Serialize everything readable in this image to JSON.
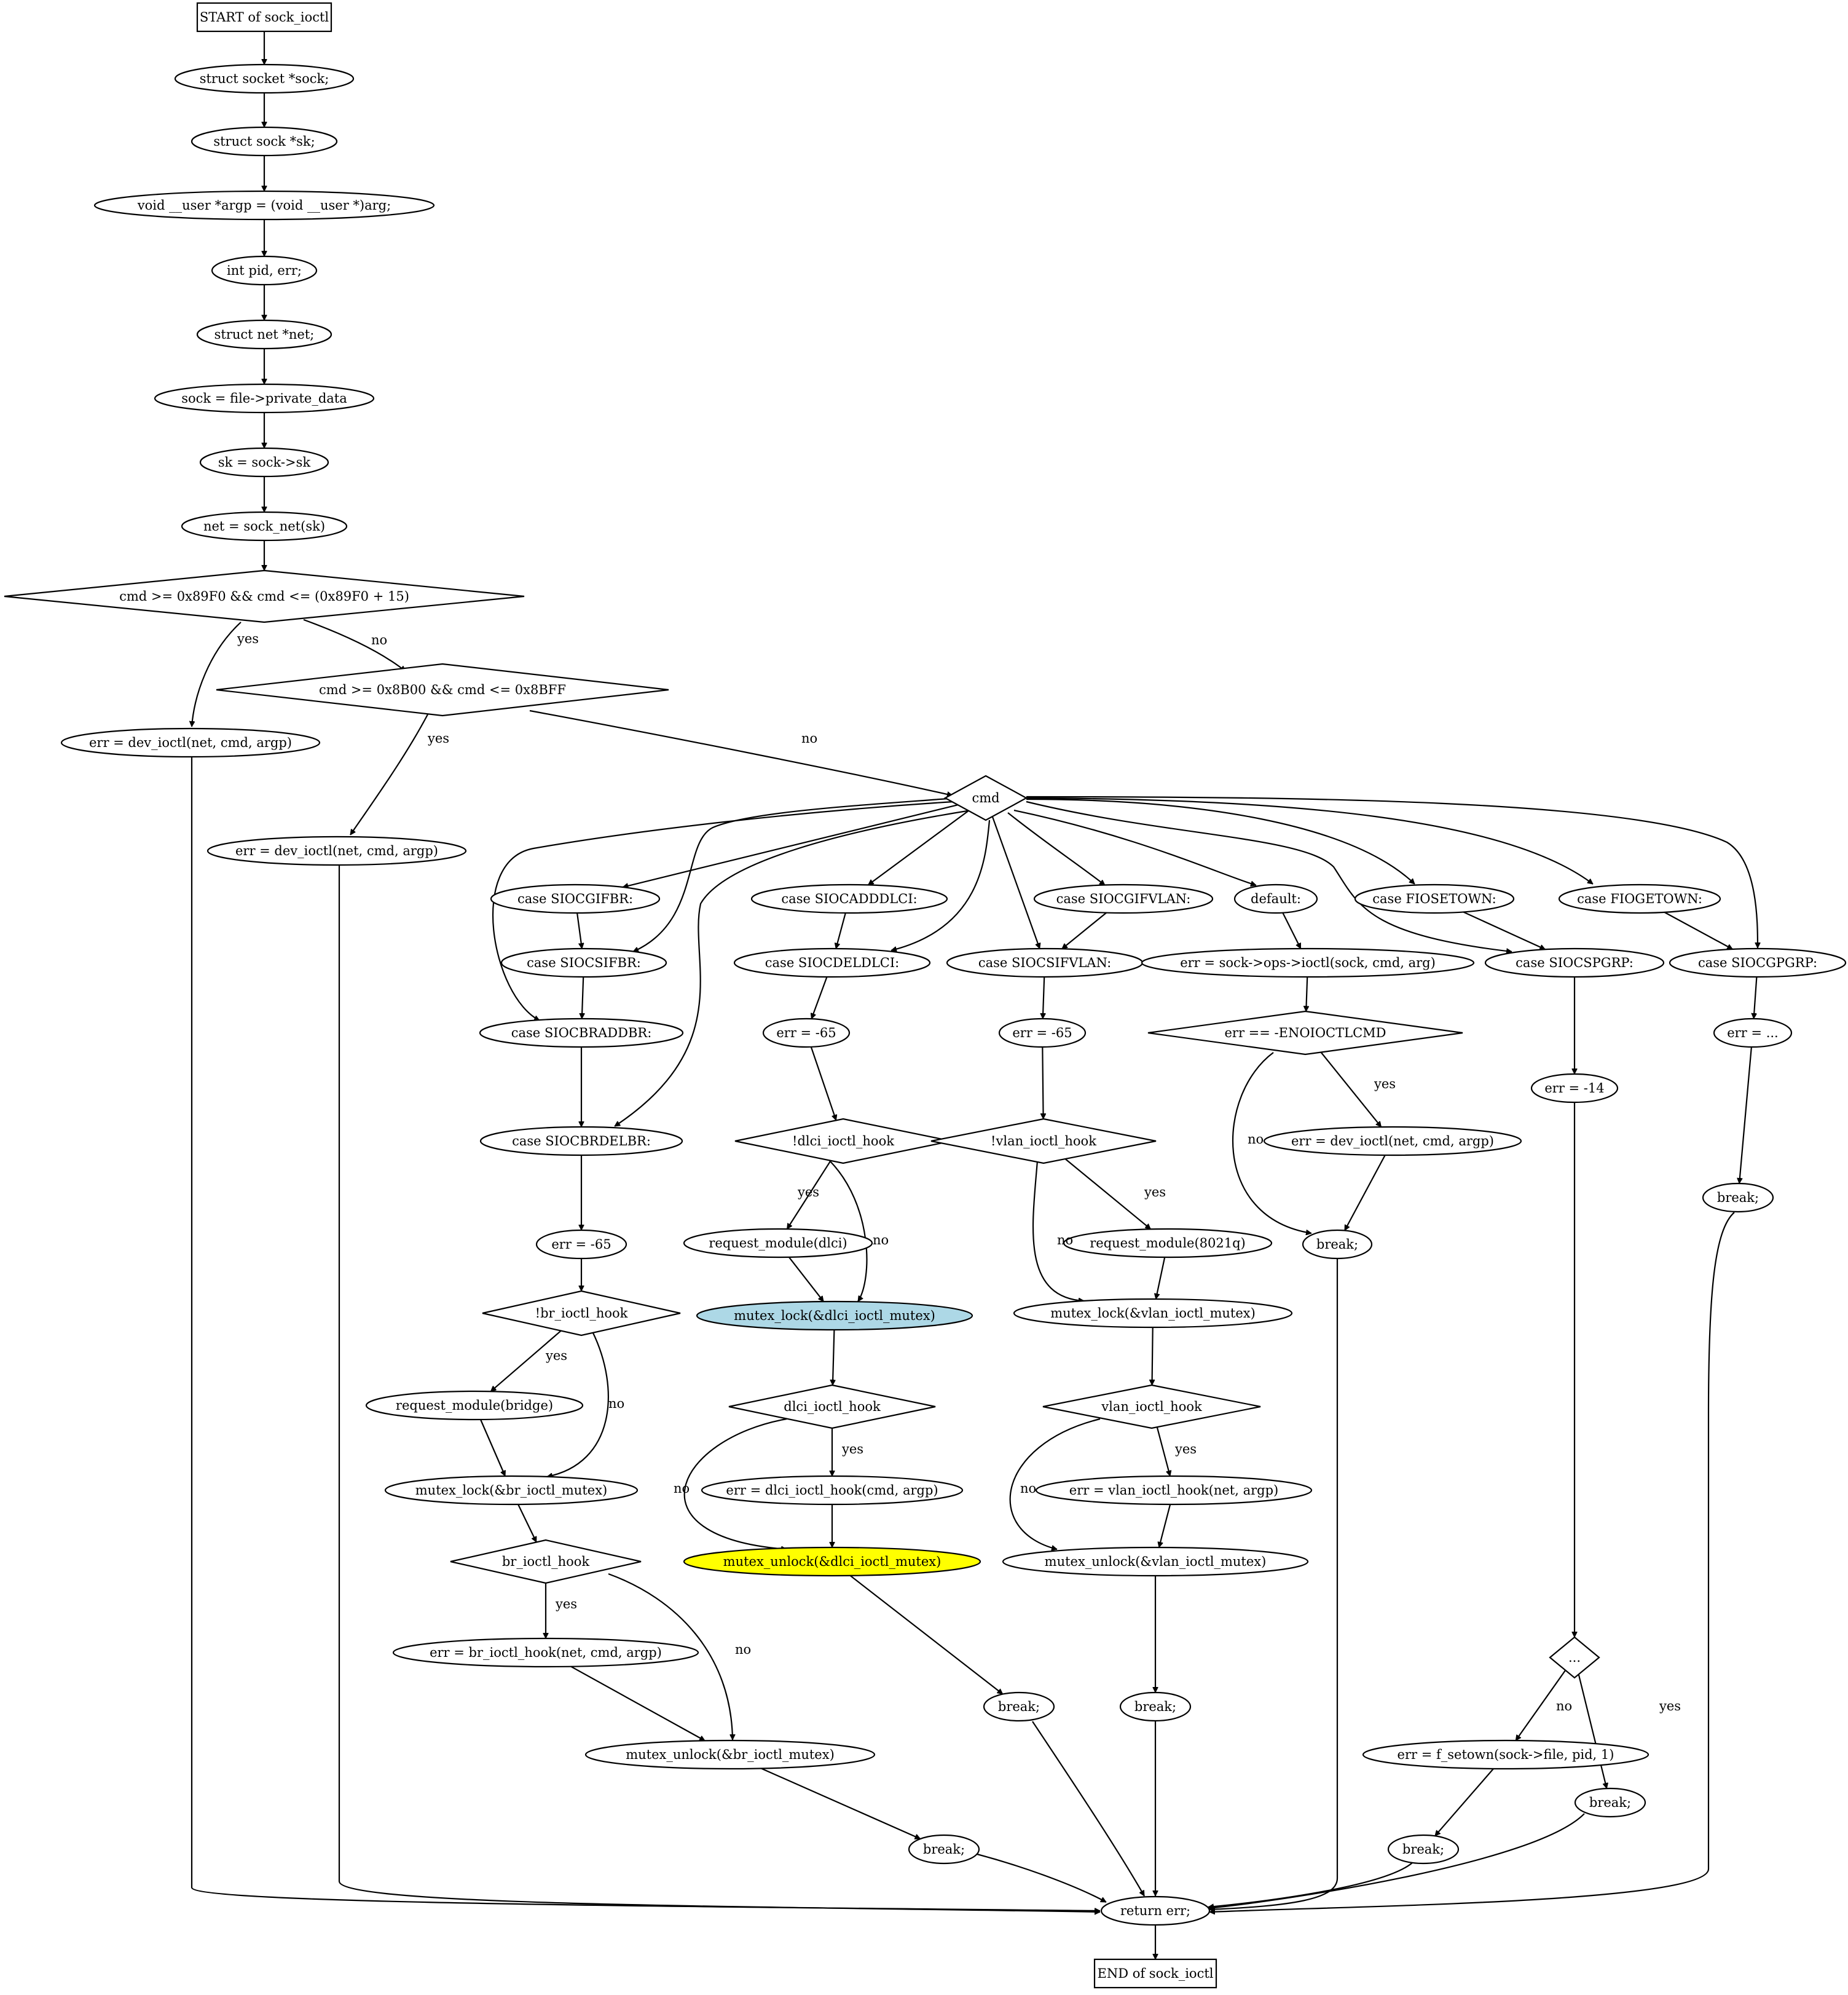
{
  "title": "sock_ioctl control flow graph",
  "colors": {
    "highlight_blue": "#add8e6",
    "highlight_yellow": "#ffff00",
    "stroke": "#000000"
  },
  "nodes": [
    {
      "id": "start",
      "label": "START of sock_ioctl",
      "shape": "box"
    },
    {
      "id": "n1",
      "label": "struct socket *sock;",
      "shape": "ellipse"
    },
    {
      "id": "n2",
      "label": "struct sock *sk;",
      "shape": "ellipse"
    },
    {
      "id": "n3",
      "label": "void __user *argp = (void __user *)arg;",
      "shape": "ellipse"
    },
    {
      "id": "n4",
      "label": "int pid, err;",
      "shape": "ellipse"
    },
    {
      "id": "n5",
      "label": "struct net *net;",
      "shape": "ellipse"
    },
    {
      "id": "n6",
      "label": "sock = file->private_data",
      "shape": "ellipse"
    },
    {
      "id": "n7",
      "label": "sk = sock->sk",
      "shape": "ellipse"
    },
    {
      "id": "n8",
      "label": "net = sock_net(sk)",
      "shape": "ellipse"
    },
    {
      "id": "d1",
      "label": "cmd >= 0x89F0 && cmd <= (0x89F0 + 15)",
      "shape": "diamond"
    },
    {
      "id": "d2",
      "label": "cmd >= 0x8B00 && cmd <= 0x8BFF",
      "shape": "diamond"
    },
    {
      "id": "e1",
      "label": "err = dev_ioctl(net, cmd, argp)",
      "shape": "ellipse"
    },
    {
      "id": "e2",
      "label": "err = dev_ioctl(net, cmd, argp)",
      "shape": "ellipse"
    },
    {
      "id": "cmd",
      "label": "cmd",
      "shape": "diamond"
    },
    {
      "id": "cGIFBR",
      "label": "case SIOCGIFBR:",
      "shape": "ellipse"
    },
    {
      "id": "cSIFBR",
      "label": "case SIOCSIFBR:",
      "shape": "ellipse"
    },
    {
      "id": "cBRADD",
      "label": "case SIOCBRADDBR:",
      "shape": "ellipse"
    },
    {
      "id": "cBRDEL",
      "label": "case SIOCBRDELBR:",
      "shape": "ellipse"
    },
    {
      "id": "bErr",
      "label": "err = -65",
      "shape": "ellipse"
    },
    {
      "id": "bHook",
      "label": "!br_ioctl_hook",
      "shape": "diamond"
    },
    {
      "id": "bReq",
      "label": "request_module(bridge)",
      "shape": "ellipse"
    },
    {
      "id": "bLock",
      "label": "mutex_lock(&br_ioctl_mutex)",
      "shape": "ellipse"
    },
    {
      "id": "bHook2",
      "label": "br_ioctl_hook",
      "shape": "diamond"
    },
    {
      "id": "bCall",
      "label": "err = br_ioctl_hook(net, cmd, argp)",
      "shape": "ellipse"
    },
    {
      "id": "bUnlock",
      "label": "mutex_unlock(&br_ioctl_mutex)",
      "shape": "ellipse"
    },
    {
      "id": "bBreak",
      "label": "break;",
      "shape": "ellipse"
    },
    {
      "id": "cADDDLCI",
      "label": "case SIOCADDDLCI:",
      "shape": "ellipse"
    },
    {
      "id": "cDELDLCI",
      "label": "case SIOCDELDLCI:",
      "shape": "ellipse"
    },
    {
      "id": "dErr",
      "label": "err = -65",
      "shape": "ellipse"
    },
    {
      "id": "dHook",
      "label": "!dlci_ioctl_hook",
      "shape": "diamond"
    },
    {
      "id": "dReq",
      "label": "request_module(dlci)",
      "shape": "ellipse"
    },
    {
      "id": "dLock",
      "label": "mutex_lock(&dlci_ioctl_mutex)",
      "shape": "ellipse",
      "fill": "#add8e6"
    },
    {
      "id": "dHook2",
      "label": "dlci_ioctl_hook",
      "shape": "diamond"
    },
    {
      "id": "dCall",
      "label": "err = dlci_ioctl_hook(cmd, argp)",
      "shape": "ellipse"
    },
    {
      "id": "dUnlock",
      "label": "mutex_unlock(&dlci_ioctl_mutex)",
      "shape": "ellipse",
      "fill": "#ffff00"
    },
    {
      "id": "dBreak",
      "label": "break;",
      "shape": "ellipse"
    },
    {
      "id": "cGIFVLAN",
      "label": "case SIOCGIFVLAN:",
      "shape": "ellipse"
    },
    {
      "id": "cSIFVLAN",
      "label": "case SIOCSIFVLAN:",
      "shape": "ellipse"
    },
    {
      "id": "vErr",
      "label": "err = -65",
      "shape": "ellipse"
    },
    {
      "id": "vHook",
      "label": "!vlan_ioctl_hook",
      "shape": "diamond"
    },
    {
      "id": "vReq",
      "label": "request_module(8021q)",
      "shape": "ellipse"
    },
    {
      "id": "vLock",
      "label": "mutex_lock(&vlan_ioctl_mutex)",
      "shape": "ellipse"
    },
    {
      "id": "vHook2",
      "label": "vlan_ioctl_hook",
      "shape": "diamond"
    },
    {
      "id": "vCall",
      "label": "err = vlan_ioctl_hook(net, argp)",
      "shape": "ellipse"
    },
    {
      "id": "vUnlock",
      "label": "mutex_unlock(&vlan_ioctl_mutex)",
      "shape": "ellipse"
    },
    {
      "id": "vBreak",
      "label": "break;",
      "shape": "ellipse"
    },
    {
      "id": "cDefault",
      "label": "default:",
      "shape": "ellipse"
    },
    {
      "id": "defCall",
      "label": "err = sock->ops->ioctl(sock, cmd, arg)",
      "shape": "ellipse"
    },
    {
      "id": "defCheck",
      "label": "err == -ENOIOCTLCMD",
      "shape": "diamond"
    },
    {
      "id": "defDev",
      "label": "err = dev_ioctl(net, cmd, argp)",
      "shape": "ellipse"
    },
    {
      "id": "defBreak",
      "label": "break;",
      "shape": "ellipse"
    },
    {
      "id": "cFIOSET",
      "label": "case FIOSETOWN:",
      "shape": "ellipse"
    },
    {
      "id": "cSPGRP",
      "label": "case SIOCSPGRP:",
      "shape": "ellipse"
    },
    {
      "id": "sErr",
      "label": "err = -14",
      "shape": "ellipse"
    },
    {
      "id": "sDots",
      "label": "...",
      "shape": "diamond"
    },
    {
      "id": "sSetown",
      "label": "err = f_setown(sock->file, pid, 1)",
      "shape": "ellipse"
    },
    {
      "id": "sBreak1",
      "label": "break;",
      "shape": "ellipse"
    },
    {
      "id": "sBreak2",
      "label": "break;",
      "shape": "ellipse"
    },
    {
      "id": "cFIOGET",
      "label": "case FIOGETOWN:",
      "shape": "ellipse"
    },
    {
      "id": "cGPGRP",
      "label": "case SIOCGPGRP:",
      "shape": "ellipse"
    },
    {
      "id": "gErr",
      "label": "err = ...",
      "shape": "ellipse"
    },
    {
      "id": "gBreak",
      "label": "break;",
      "shape": "ellipse"
    },
    {
      "id": "ret",
      "label": "return err;",
      "shape": "ellipse"
    },
    {
      "id": "end",
      "label": "END of sock_ioctl",
      "shape": "box"
    }
  ],
  "edges": [
    {
      "from": "start",
      "to": "n1",
      "label": ""
    },
    {
      "from": "n1",
      "to": "n2",
      "label": ""
    },
    {
      "from": "n2",
      "to": "n3",
      "label": ""
    },
    {
      "from": "n3",
      "to": "n4",
      "label": ""
    },
    {
      "from": "n4",
      "to": "n5",
      "label": ""
    },
    {
      "from": "n5",
      "to": "n6",
      "label": ""
    },
    {
      "from": "n6",
      "to": "n7",
      "label": ""
    },
    {
      "from": "n7",
      "to": "n8",
      "label": ""
    },
    {
      "from": "n8",
      "to": "d1",
      "label": ""
    },
    {
      "from": "d1",
      "to": "e1",
      "label": "yes"
    },
    {
      "from": "d1",
      "to": "d2",
      "label": "no"
    },
    {
      "from": "d2",
      "to": "e2",
      "label": "yes"
    },
    {
      "from": "d2",
      "to": "cmd",
      "label": "no"
    },
    {
      "from": "cmd",
      "to": "cGIFBR",
      "label": ""
    },
    {
      "from": "cmd",
      "to": "cSIFBR",
      "label": ""
    },
    {
      "from": "cmd",
      "to": "cBRADD",
      "label": ""
    },
    {
      "from": "cmd",
      "to": "cBRDEL",
      "label": ""
    },
    {
      "from": "cmd",
      "to": "cADDDLCI",
      "label": ""
    },
    {
      "from": "cmd",
      "to": "cDELDLCI",
      "label": ""
    },
    {
      "from": "cmd",
      "to": "cGIFVLAN",
      "label": ""
    },
    {
      "from": "cmd",
      "to": "cSIFVLAN",
      "label": ""
    },
    {
      "from": "cmd",
      "to": "cDefault",
      "label": ""
    },
    {
      "from": "cmd",
      "to": "cFIOSET",
      "label": ""
    },
    {
      "from": "cmd",
      "to": "cSPGRP",
      "label": ""
    },
    {
      "from": "cmd",
      "to": "cFIOGET",
      "label": ""
    },
    {
      "from": "cmd",
      "to": "cGPGRP",
      "label": ""
    },
    {
      "from": "cGIFBR",
      "to": "cSIFBR",
      "label": ""
    },
    {
      "from": "cSIFBR",
      "to": "cBRADD",
      "label": ""
    },
    {
      "from": "cBRADD",
      "to": "cBRDEL",
      "label": ""
    },
    {
      "from": "cBRDEL",
      "to": "bErr",
      "label": ""
    },
    {
      "from": "bErr",
      "to": "bHook",
      "label": ""
    },
    {
      "from": "bHook",
      "to": "bReq",
      "label": "yes"
    },
    {
      "from": "bHook",
      "to": "bLock",
      "label": "no"
    },
    {
      "from": "bReq",
      "to": "bLock",
      "label": ""
    },
    {
      "from": "bLock",
      "to": "bHook2",
      "label": ""
    },
    {
      "from": "bHook2",
      "to": "bCall",
      "label": "yes"
    },
    {
      "from": "bHook2",
      "to": "bUnlock",
      "label": "no"
    },
    {
      "from": "bCall",
      "to": "bUnlock",
      "label": ""
    },
    {
      "from": "bUnlock",
      "to": "bBreak",
      "label": ""
    },
    {
      "from": "cADDDLCI",
      "to": "cDELDLCI",
      "label": ""
    },
    {
      "from": "cDELDLCI",
      "to": "dErr",
      "label": ""
    },
    {
      "from": "dErr",
      "to": "dHook",
      "label": ""
    },
    {
      "from": "dHook",
      "to": "dReq",
      "label": "yes"
    },
    {
      "from": "dHook",
      "to": "dLock",
      "label": "no"
    },
    {
      "from": "dReq",
      "to": "dLock",
      "label": ""
    },
    {
      "from": "dLock",
      "to": "dHook2",
      "label": ""
    },
    {
      "from": "dHook2",
      "to": "dCall",
      "label": "yes"
    },
    {
      "from": "dHook2",
      "to": "dUnlock",
      "label": "no"
    },
    {
      "from": "dCall",
      "to": "dUnlock",
      "label": ""
    },
    {
      "from": "dUnlock",
      "to": "dBreak",
      "label": ""
    },
    {
      "from": "cGIFVLAN",
      "to": "cSIFVLAN",
      "label": ""
    },
    {
      "from": "cSIFVLAN",
      "to": "vErr",
      "label": ""
    },
    {
      "from": "vErr",
      "to": "vHook",
      "label": ""
    },
    {
      "from": "vHook",
      "to": "vReq",
      "label": "yes"
    },
    {
      "from": "vHook",
      "to": "vLock",
      "label": "no"
    },
    {
      "from": "vReq",
      "to": "vLock",
      "label": ""
    },
    {
      "from": "vLock",
      "to": "vHook2",
      "label": ""
    },
    {
      "from": "vHook2",
      "to": "vCall",
      "label": "yes"
    },
    {
      "from": "vHook2",
      "to": "vUnlock",
      "label": "no"
    },
    {
      "from": "vCall",
      "to": "vUnlock",
      "label": ""
    },
    {
      "from": "vUnlock",
      "to": "vBreak",
      "label": ""
    },
    {
      "from": "cDefault",
      "to": "defCall",
      "label": ""
    },
    {
      "from": "defCall",
      "to": "defCheck",
      "label": ""
    },
    {
      "from": "defCheck",
      "to": "defDev",
      "label": "yes"
    },
    {
      "from": "defCheck",
      "to": "defBreak",
      "label": "no"
    },
    {
      "from": "defDev",
      "to": "defBreak",
      "label": ""
    },
    {
      "from": "cFIOSET",
      "to": "cSPGRP",
      "label": ""
    },
    {
      "from": "cSPGRP",
      "to": "sErr",
      "label": ""
    },
    {
      "from": "sErr",
      "to": "sDots",
      "label": ""
    },
    {
      "from": "sDots",
      "to": "sSetown",
      "label": "no"
    },
    {
      "from": "sDots",
      "to": "sBreak2",
      "label": "yes"
    },
    {
      "from": "sSetown",
      "to": "sBreak1",
      "label": ""
    },
    {
      "from": "cFIOGET",
      "to": "cGPGRP",
      "label": ""
    },
    {
      "from": "cGPGRP",
      "to": "gErr",
      "label": ""
    },
    {
      "from": "gErr",
      "to": "gBreak",
      "label": ""
    },
    {
      "from": "e1",
      "to": "ret",
      "label": ""
    },
    {
      "from": "e2",
      "to": "ret",
      "label": ""
    },
    {
      "from": "bBreak",
      "to": "ret",
      "label": ""
    },
    {
      "from": "dBreak",
      "to": "ret",
      "label": ""
    },
    {
      "from": "vBreak",
      "to": "ret",
      "label": ""
    },
    {
      "from": "defBreak",
      "to": "ret",
      "label": ""
    },
    {
      "from": "sBreak1",
      "to": "ret",
      "label": ""
    },
    {
      "from": "sBreak2",
      "to": "ret",
      "label": ""
    },
    {
      "from": "gBreak",
      "to": "ret",
      "label": ""
    },
    {
      "from": "ret",
      "to": "end",
      "label": ""
    }
  ]
}
